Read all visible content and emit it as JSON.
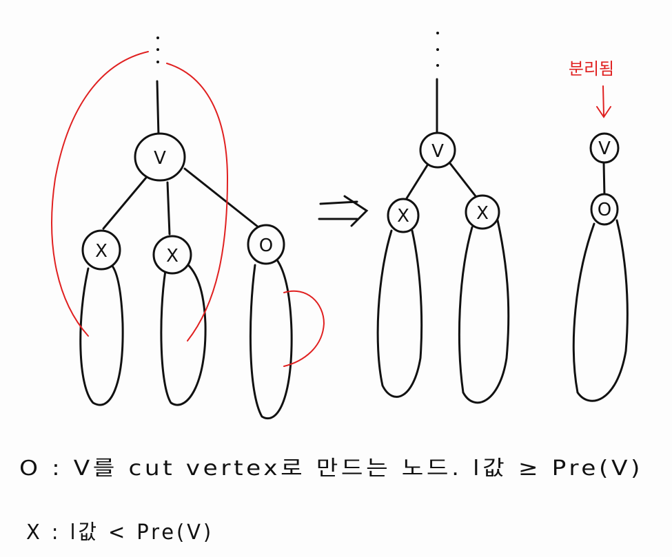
{
  "colors": {
    "ink": "#111111",
    "annotation": "#e02020",
    "background": "#fdfdfd"
  },
  "left_tree": {
    "root": "V",
    "children": [
      "X",
      "X",
      "O"
    ]
  },
  "right_tree_main": {
    "root": "V",
    "children": [
      "X",
      "X"
    ]
  },
  "right_tree_split": {
    "root": "V",
    "child": "O",
    "annotation": "분리됨"
  },
  "transform_arrow": "⟹",
  "legend": {
    "line1": "O : V를 cut vertex로 만드는 노드. l값 ≥ Pre(V)",
    "line2": "X : l값 < Pre(V)"
  }
}
